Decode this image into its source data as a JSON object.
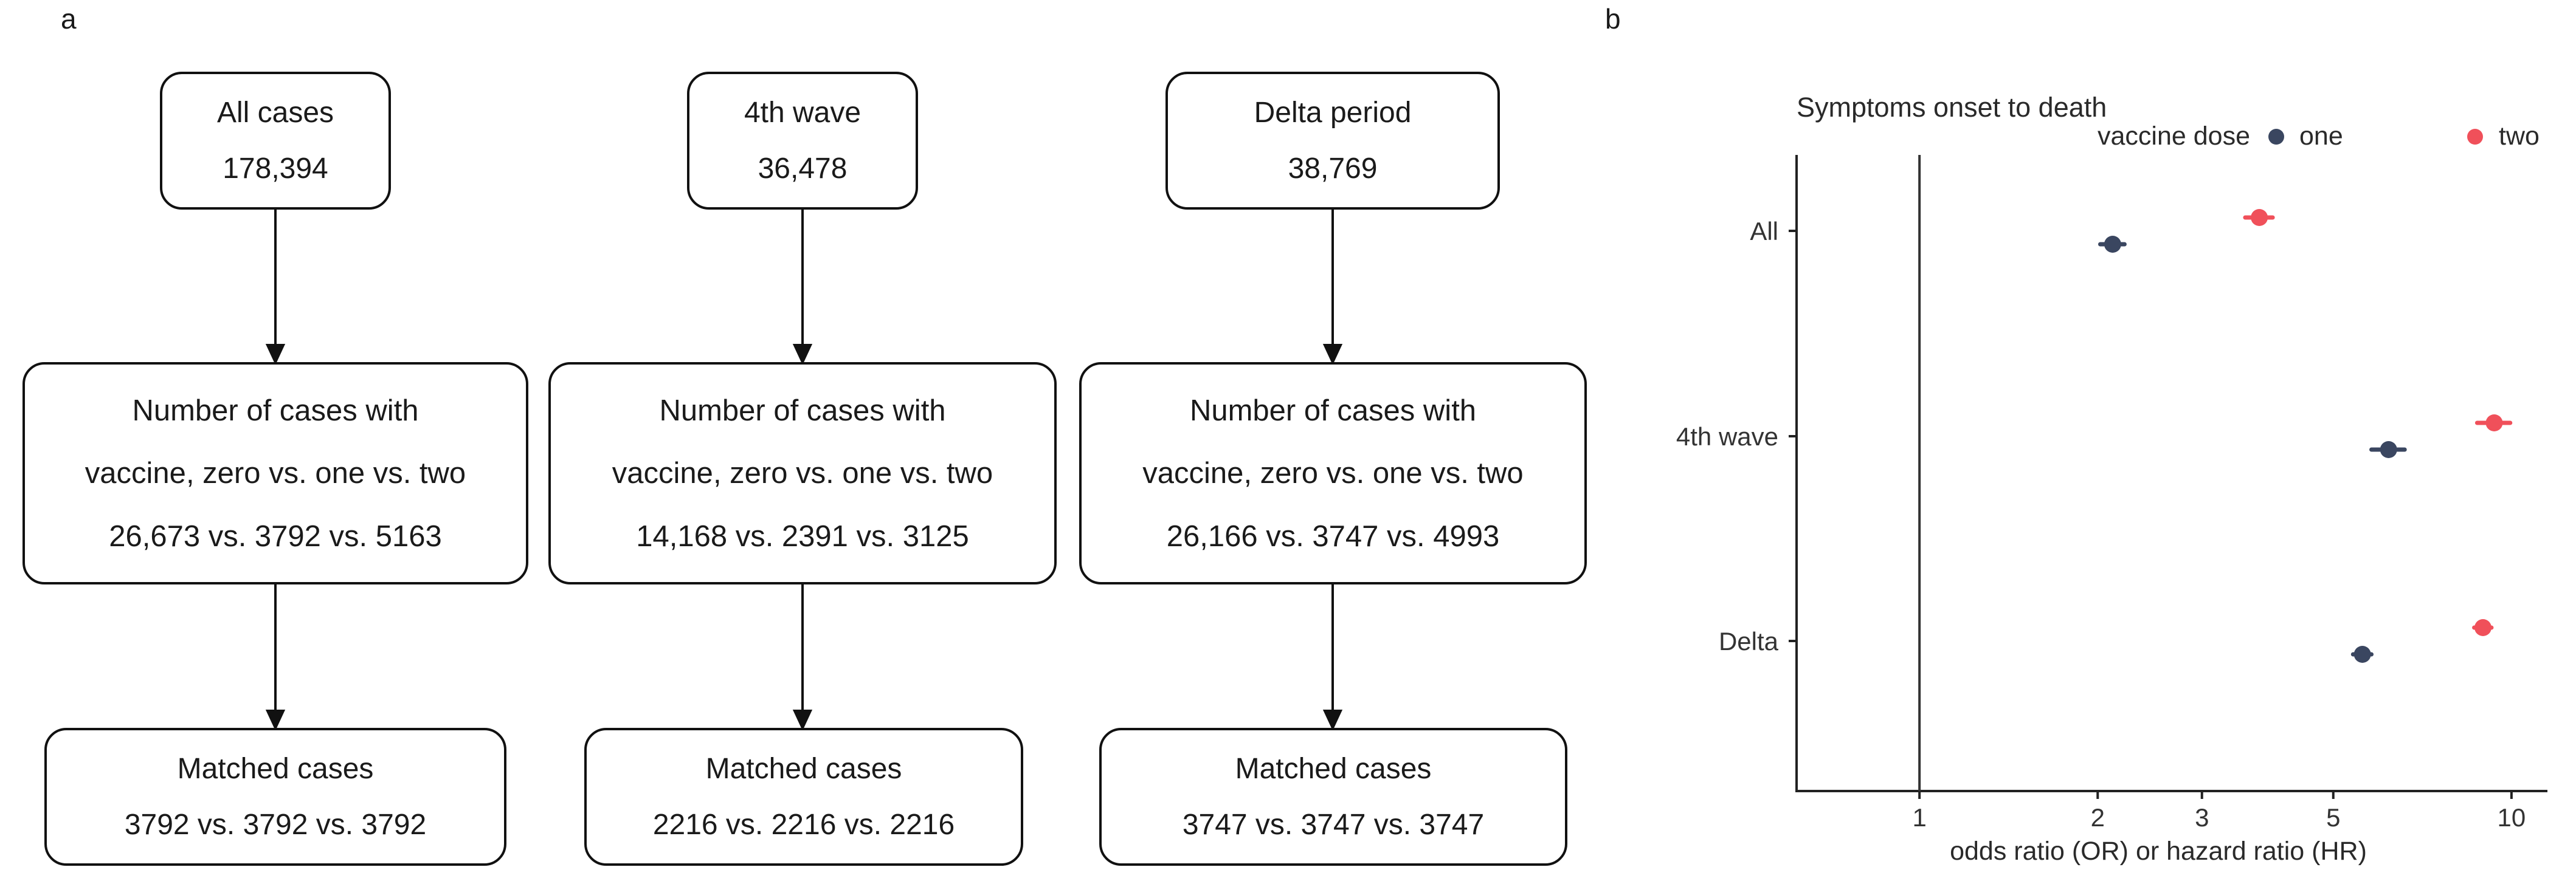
{
  "panel_a": {
    "label": "a",
    "columns": [
      {
        "top": {
          "title": "All cases",
          "count": "178,394"
        },
        "middle": {
          "line1": "Number of cases with",
          "line2": "vaccine, zero vs. one vs. two",
          "line3": "26,673 vs. 3792 vs. 5163"
        },
        "bottom": {
          "title": "Matched cases",
          "counts": "3792 vs. 3792 vs. 3792"
        }
      },
      {
        "top": {
          "title": "4th wave",
          "count": "36,478"
        },
        "middle": {
          "line1": "Number of cases with",
          "line2": "vaccine, zero vs. one vs. two",
          "line3": "14,168 vs. 2391 vs. 3125"
        },
        "bottom": {
          "title": "Matched cases",
          "counts": "2216 vs. 2216 vs. 2216"
        }
      },
      {
        "top": {
          "title": "Delta period",
          "count": "38,769"
        },
        "middle": {
          "line1": "Number of cases with",
          "line2": "vaccine, zero vs. one vs. two",
          "line3": "26,166 vs. 3747 vs. 4993"
        },
        "bottom": {
          "title": "Matched cases",
          "counts": "3747 vs. 3747 vs. 3747"
        }
      }
    ]
  },
  "panel_b": {
    "label": "b"
  },
  "chart_data": {
    "type": "scatter",
    "title": "Symptoms onset to death",
    "xlabel": "odds ratio (OR) or hazard ratio (HR)",
    "ylabel": "",
    "x_scale": "log",
    "xlim": [
      0.62,
      11.5
    ],
    "x_ticks": [
      1,
      2,
      3,
      5,
      10
    ],
    "x_tick_labels": [
      "1",
      "2",
      "3",
      "5",
      "10"
    ],
    "reference_line": 1,
    "categories": [
      "All",
      "4th wave",
      "Delta"
    ],
    "legend": {
      "title": "vaccine dose",
      "position": "top-right"
    },
    "grid": false,
    "series": [
      {
        "name": "one",
        "color": "#3a4660",
        "values": [
          2.12,
          6.2,
          5.6
        ],
        "ci_low": [
          2.02,
          5.8,
          5.4
        ],
        "ci_high": [
          2.22,
          6.6,
          5.8
        ]
      },
      {
        "name": "two",
        "color": "#f0505a",
        "values": [
          3.75,
          9.35,
          8.95
        ],
        "ci_low": [
          3.55,
          8.75,
          8.65
        ],
        "ci_high": [
          3.95,
          9.95,
          9.25
        ]
      }
    ]
  }
}
